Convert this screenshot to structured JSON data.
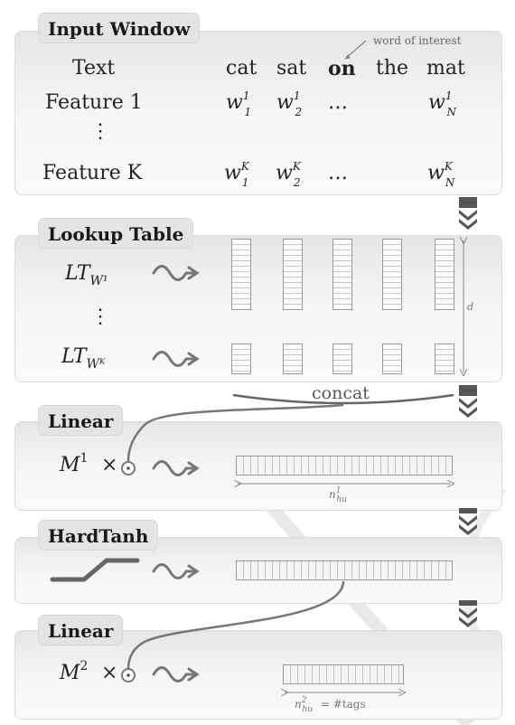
{
  "input_window": {
    "title": "Input Window",
    "word_of_interest_note": "word of interest",
    "row_labels": [
      "Text",
      "Feature 1",
      "⋮",
      "Feature K"
    ],
    "words": [
      "cat",
      "sat",
      "on",
      "the",
      "mat"
    ],
    "feature1": {
      "w1": "1",
      "w2": "1",
      "dots": "…",
      "wn": "1"
    },
    "featureK": {
      "w1": "K",
      "w2": "K",
      "dots": "…",
      "wn": "K"
    },
    "w_base": "w",
    "sub_1": "1",
    "sub_2": "2",
    "sub_n": "N"
  },
  "lookup_table": {
    "title": "Lookup Table",
    "lt1_base": "LT",
    "lt1_sub": "W¹",
    "vdots": "⋮",
    "ltk_base": "LT",
    "ltk_sub": "Wᴷ",
    "d_label": "d",
    "concat_label": "concat"
  },
  "linear1": {
    "title": "Linear",
    "m_base": "M",
    "m_sup": "1",
    "times": "×",
    "width_label_base": "n",
    "width_label_sup": "1",
    "width_label_sub": "hu"
  },
  "hardtanh": {
    "title": "HardTanh"
  },
  "linear2": {
    "title": "Linear",
    "m_base": "M",
    "m_sup": "2",
    "times": "×",
    "width_label_base": "n",
    "width_label_sup": "2",
    "width_label_sub": "hu",
    "width_label_rest": "= #tags"
  },
  "colors": {
    "panel": "#f0f0f0",
    "tab": "#e4e4e4",
    "arrow": "#555555",
    "line": "#808080"
  }
}
